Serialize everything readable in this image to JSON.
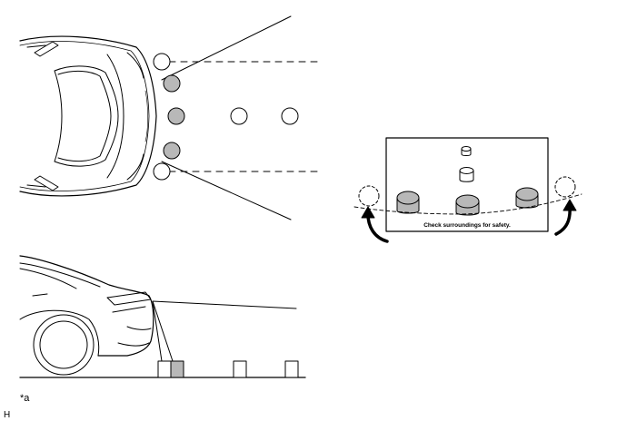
{
  "diagram": {
    "callout_label": "*a",
    "figure_code": "H",
    "screen_caption": "Check surroundings for safety.",
    "colors": {
      "line": "#000000",
      "pole_fill": "#b8b8b8",
      "pole_empty": "#ffffff",
      "background": "#ffffff"
    }
  }
}
